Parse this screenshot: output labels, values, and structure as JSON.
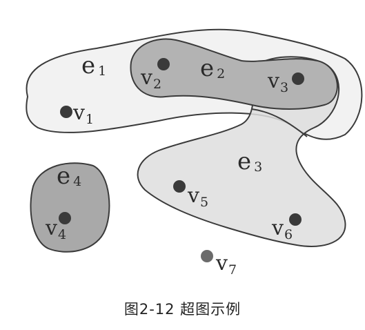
{
  "caption": "图2-12  超图示例",
  "colors": {
    "outline": "#3a3a3a",
    "e1_fill": "#f2f2f2",
    "e2_fill": "#b3b3b3",
    "e3_fill": "#dedede",
    "e4_fill": "#a9a9a9",
    "vertex": "#3a3a3a",
    "vertex_v7": "#6b6b6b"
  },
  "hyperedges": [
    {
      "base": "e",
      "sub": "1"
    },
    {
      "base": "e",
      "sub": "2"
    },
    {
      "base": "e",
      "sub": "3"
    },
    {
      "base": "e",
      "sub": "4"
    }
  ],
  "vertices": [
    {
      "base": "v",
      "sub": "1"
    },
    {
      "base": "v",
      "sub": "2"
    },
    {
      "base": "v",
      "sub": "3"
    },
    {
      "base": "v",
      "sub": "4"
    },
    {
      "base": "v",
      "sub": "5"
    },
    {
      "base": "v",
      "sub": "6"
    },
    {
      "base": "v",
      "sub": "7"
    }
  ]
}
